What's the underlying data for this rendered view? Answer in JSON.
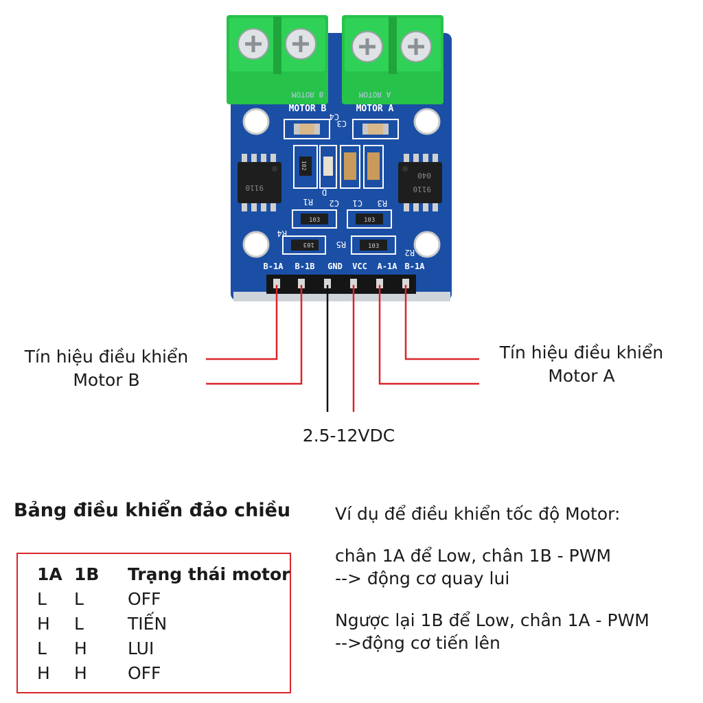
{
  "board": {
    "terminals": [
      "MOTOR B",
      "MOTOR A"
    ],
    "mirrored_terminal_text": [
      "MOTOR B",
      "MOTOR A"
    ],
    "components": {
      "c4": "C4",
      "c3": "C3",
      "c2": "C2",
      "c1": "C1",
      "r1": "R1",
      "r2": "R2",
      "r3": "R3",
      "r4": "R4",
      "r5": "R5",
      "d": "D",
      "resistor_code": "103",
      "res_102": "102",
      "chip_code_1": "9110",
      "chip_code_2": "040"
    },
    "pins": [
      "B-1A",
      "B-1B",
      "GND",
      "VCC",
      "A-1A",
      "B-1A"
    ],
    "colors": {
      "pcb": "#1b4fa5",
      "terminal": "#27c24a",
      "wire_red": "#d9252a",
      "wire_black": "#111111"
    }
  },
  "labels": {
    "motor_b_line1": "Tín hiệu điều khiển",
    "motor_b_line2": "Motor B",
    "motor_a_line1": "Tín hiệu điều khiển",
    "motor_a_line2": "Motor A",
    "voltage": "2.5-12VDC"
  },
  "table": {
    "title": "Bảng điều khiển đảo chiều",
    "headers": [
      "1A",
      "1B",
      "Trạng thái motor"
    ],
    "rows": [
      [
        "L",
        "L",
        "OFF"
      ],
      [
        "H",
        "L",
        "TIẾN"
      ],
      [
        "L",
        "H",
        "LUI"
      ],
      [
        "H",
        "H",
        "OFF"
      ]
    ]
  },
  "example": {
    "title": "Ví dụ để điều khiển tốc độ Motor:",
    "line1": "chân 1A để Low, chân 1B - PWM",
    "line2": "--> động cơ quay lui",
    "line3": "Ngược lại 1B để Low, chân 1A - PWM",
    "line4": "-->động cơ tiến lên"
  }
}
